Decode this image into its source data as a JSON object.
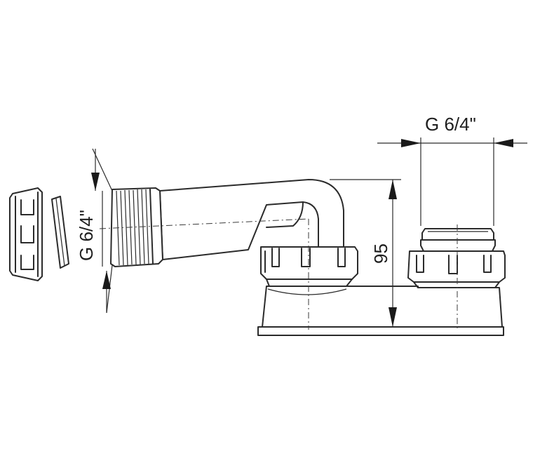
{
  "dimensions": {
    "top_thread": "G 6/4\"",
    "left_thread": "G 6/4\"",
    "height": "95"
  },
  "parts": [
    {
      "name": "union-nut"
    },
    {
      "name": "sealing-ring"
    },
    {
      "name": "threaded-inlet-pipe"
    },
    {
      "name": "siphon-body"
    },
    {
      "name": "outlet-connector"
    }
  ]
}
